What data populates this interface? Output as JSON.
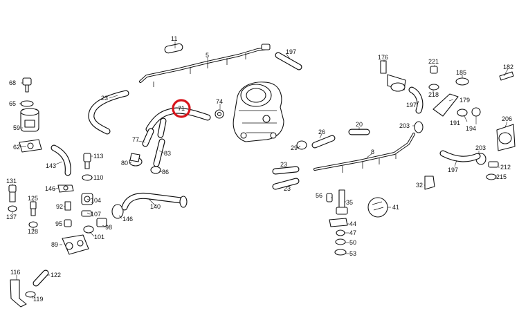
{
  "highlight_color": "#d8141b",
  "labels": {
    "p11": "11",
    "p5": "5",
    "p197a": "197",
    "p176": "176",
    "p221": "221",
    "p185": "185",
    "p182": "182",
    "p68": "68",
    "p65": "65",
    "p59": "59",
    "p62": "62",
    "p23a": "23",
    "p71": "71",
    "p74": "74",
    "p77": "77",
    "p80": "80",
    "p86": "86",
    "p83": "83",
    "p143": "143",
    "p113": "113",
    "p110": "110",
    "p218": "218",
    "p179": "179",
    "p197b": "197",
    "p191": "191",
    "p194": "194",
    "p203a": "203",
    "p206": "206",
    "p26": "26",
    "p20": "20",
    "p29": "29",
    "p8": "8",
    "p23b": "23",
    "p23c": "23",
    "p131": "131",
    "p146a": "146",
    "p137": "137",
    "p125": "125",
    "p128": "128",
    "p92": "92",
    "p104": "104",
    "p140": "140",
    "p107": "107",
    "p146b": "146",
    "p95": "95",
    "p98": "98",
    "p101": "101",
    "p89": "89",
    "p56": "56",
    "p35": "35",
    "p41": "41",
    "p44": "44",
    "p47": "47",
    "p50": "50",
    "p53": "53",
    "p32": "32",
    "p203b": "203",
    "p197c": "197",
    "p212": "212",
    "p215": "215",
    "p116": "116",
    "p122": "122",
    "p119": "119"
  }
}
